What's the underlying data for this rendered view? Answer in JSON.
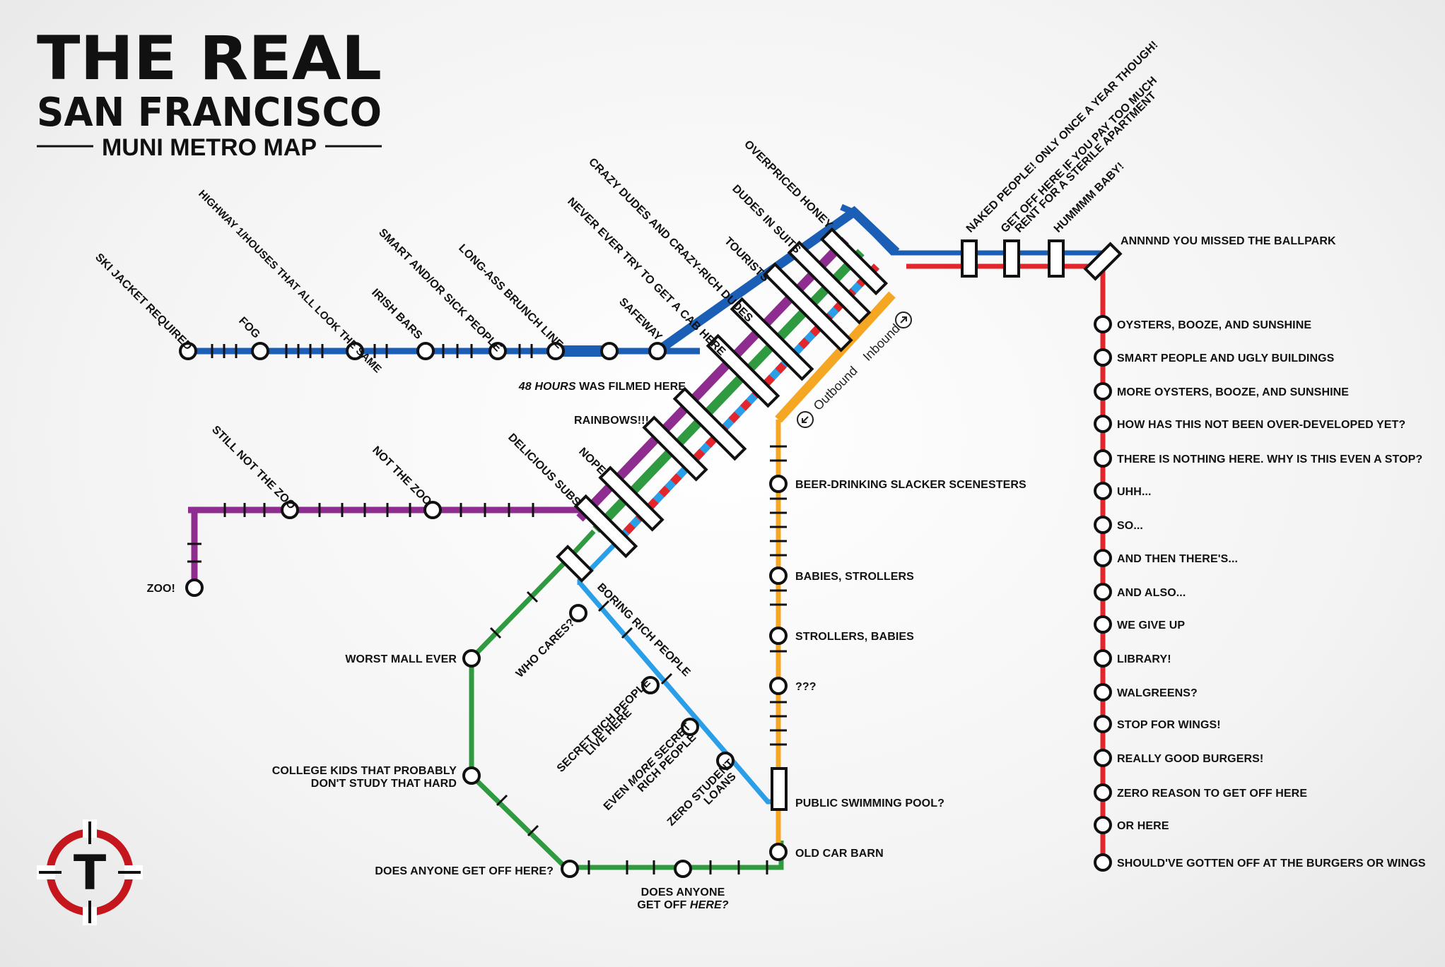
{
  "title": {
    "line1": "THE REAL",
    "line2": "SAN FRANCISCO",
    "line3": "MUNI METRO MAP"
  },
  "colors": {
    "blue_line": "#1b5eb5",
    "light_blue_line": "#2a9ee6",
    "red_line": "#e3262c",
    "green_line": "#2f9a3f",
    "purple_line": "#8e2d8f",
    "orange_line": "#f5a623",
    "logo_red": "#c4161c"
  },
  "logo": {
    "letter": "T",
    "icon": "muni-t-logo-icon"
  },
  "directions": {
    "outbound": "Outbound",
    "inbound": "Inbound"
  },
  "stations": {
    "ski": "SKI JACKET REQUIRED",
    "fog": "FOG",
    "highway": "HIGHWAY 1/HOUSES THAT ALL LOOK THE SAME",
    "irish": "IRISH BARS",
    "smart_sick": "SMART AND/OR SICK PEOPLE",
    "brunch": "LONG-ASS BRUNCH LINE",
    "safeway": "SAFEWAY",
    "cab": "NEVER EVER TRY TO GET A CAB HERE",
    "crazy": "CRAZY DUDES AND CRAZY-RICH DUDES",
    "tourists": "TOURISTS",
    "suits": "DUDES IN SUITS",
    "honey": "OVERPRICED HONEY",
    "naked": "NAKED PEOPLE! ONLY ONCE A YEAR THOUGH!",
    "pay_line1": "GET OFF HERE IF YOU PAY TOO MUCH",
    "pay_line2": "RENT FOR A STERILE APARTMENT",
    "hummm": "HUMMMM BABY!",
    "ballpark": "ANNNND YOU MISSED THE BALLPARK",
    "hours_italic": "48 HOURS",
    "hours_rest": " WAS FILMED HERE",
    "rainbows": "RAINBOWS!!!",
    "nope": "NOPE",
    "subs": "DELICIOUS SUBS",
    "still_zoo": "STILL NOT THE ZOO",
    "not_zoo": "NOT THE ZOO",
    "zoo": "ZOO!",
    "boring": "BORING RICH PEOPLE",
    "who_cares": "WHO CARES?",
    "worst_mall": "WORST MALL EVER",
    "secret_line1": "SECRET RICH PEOPLE",
    "secret_line2": "LIVE HERE",
    "even_line1a": "EVEN ",
    "even_line1b": "MORE",
    "even_line1c": " SECRET",
    "even_line2": "RICH PEOPLE",
    "zero_loans_line1": "ZERO STUDENT",
    "zero_loans_line2": "LOANS",
    "college_line1": "COLLEGE KIDS THAT PROBABLY",
    "college_line2": "DON'T STUDY THAT HARD",
    "anyone": "DOES ANYONE GET OFF HERE?",
    "anyone2_line1": "DOES ANYONE",
    "anyone2_line2a": "GET OFF ",
    "anyone2_line2b": "HERE?",
    "beer": "BEER-DRINKING SLACKER SCENESTERS",
    "babies": "BABIES, STROLLERS",
    "strollers": "STROLLERS, BABIES",
    "qqq": "???",
    "pool": "PUBLIC SWIMMING POOL?",
    "car_barn": "OLD CAR BARN"
  },
  "t_line": [
    "OYSTERS, BOOZE, AND SUNSHINE",
    "SMART PEOPLE AND UGLY BUILDINGS",
    "MORE OYSTERS, BOOZE, AND SUNSHINE",
    "HOW HAS THIS NOT BEEN OVER-DEVELOPED YET?",
    "THERE IS NOTHING HERE. WHY IS THIS EVEN A STOP?",
    "UHH...",
    "SO...",
    "AND THEN THERE'S...",
    "AND ALSO...",
    "WE GIVE UP",
    "LIBRARY!",
    "WALGREENS?",
    "STOP FOR WINGS!",
    "REALLY GOOD BURGERS!",
    "ZERO REASON TO GET OFF HERE",
    "OR HERE",
    "SHOULD'VE GOTTEN OFF AT THE BURGERS OR WINGS"
  ]
}
